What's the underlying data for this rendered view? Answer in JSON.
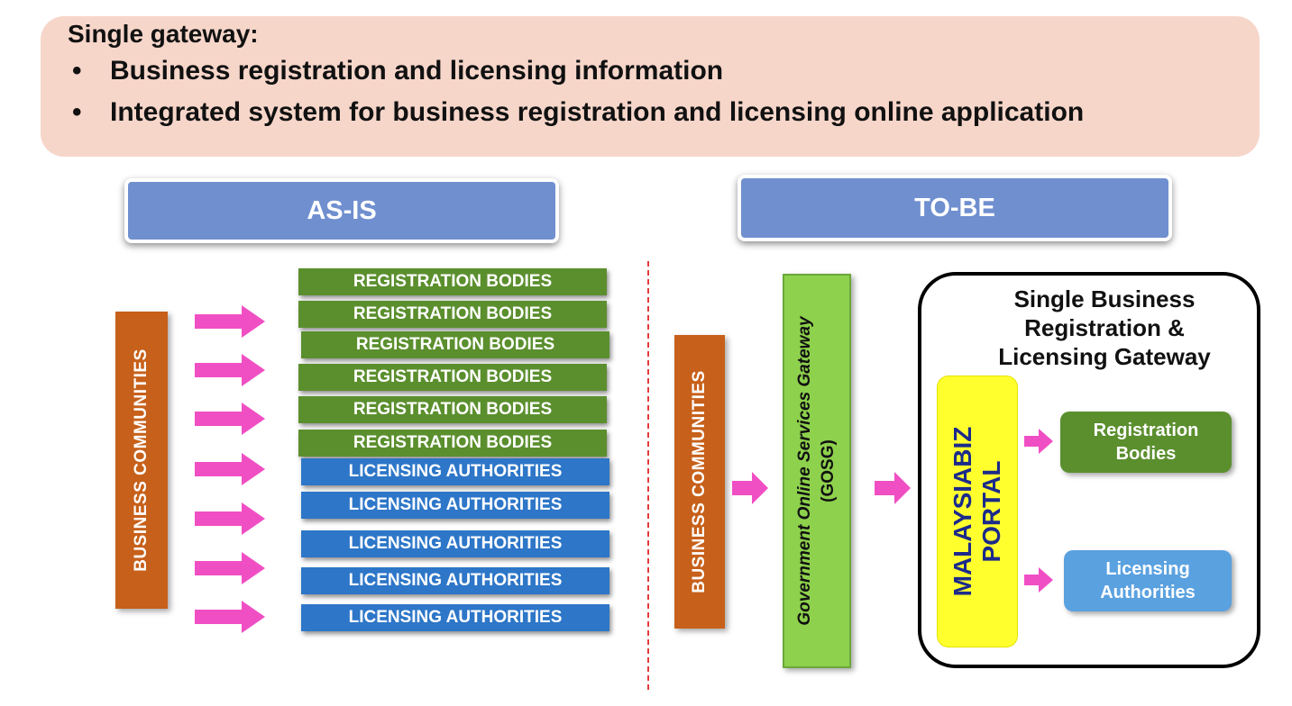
{
  "banner": {
    "title": "Single gateway:",
    "bullets": [
      "Business registration and licensing information",
      "Integrated system for business registration and licensing online application"
    ],
    "bullet_char": "•"
  },
  "as_is": {
    "header": "AS-IS",
    "business_communities": "BUSINESS COMMUNITIES",
    "registration_bodies": [
      "REGISTRATION BODIES",
      "REGISTRATION BODIES",
      "REGISTRATION BODIES",
      "REGISTRATION BODIES",
      "REGISTRATION BODIES",
      "REGISTRATION BODIES"
    ],
    "licensing_authorities": [
      "LICENSING AUTHORITIES",
      "LICENSING AUTHORITIES",
      "LICENSING AUTHORITIES",
      "LICENSING AUTHORITIES",
      "LICENSING AUTHORITIES"
    ]
  },
  "to_be": {
    "header": "TO-BE",
    "business_communities": "BUSINESS COMMUNITIES",
    "gosg_line1": "Government Online Services Gateway",
    "gosg_line2": "(GOSG)",
    "gateway_title": [
      "Single Business",
      "Registration &",
      "Licensing Gateway"
    ],
    "portal": [
      "MALAYSIABIZ",
      "PORTAL"
    ],
    "registration_bodies": [
      "Registration",
      "Bodies"
    ],
    "licensing_authorities": [
      "Licensing",
      "Authorities"
    ]
  },
  "colors": {
    "banner": "#f7d6ca",
    "header_pill": "#6f8fcf",
    "orange_bar": "#c7601a",
    "green": "#5b8f2e",
    "blue": "#2d76c8",
    "light_blue": "#5aa1e0",
    "gosg": "#8ed14d",
    "portal": "#ffff2e",
    "portal_text": "#1b2a8a",
    "arrow": "#f04fc4",
    "divider": "#e23b3b"
  }
}
